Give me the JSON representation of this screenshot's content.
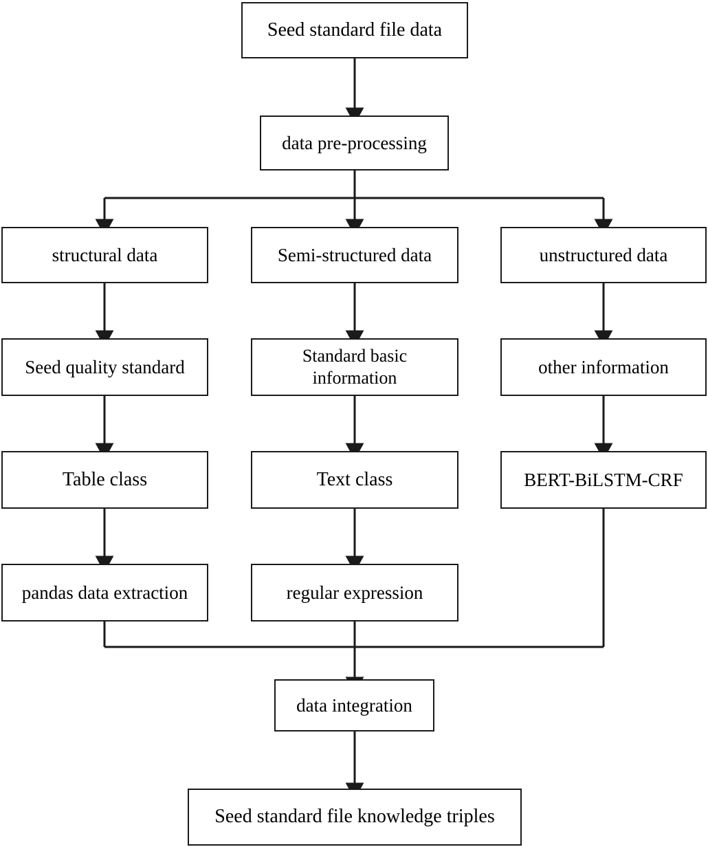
{
  "diagram": {
    "title": "Seed standard file knowledge triples extraction flowchart",
    "type": "flowchart",
    "orientation": "top-to-bottom",
    "line_color": "#1a1a1a",
    "box_fill": "#ffffff",
    "background": "#ffffff"
  },
  "nodes": {
    "seed_standard_file_data": "Seed standard file data",
    "data_pre_processing": "data pre-processing",
    "structural_data": "structural data",
    "semi_structured_data": "Semi-structured data",
    "unstructured_data": "unstructured data",
    "seed_quality_standard": "Seed quality standard",
    "standard_basic_information": "Standard basic\ninformation",
    "other_information": "other information",
    "table_class": "Table class",
    "text_class": "Text class",
    "bert_bilstm_crf": "BERT-BiLSTM-CRF",
    "pandas_data_extraction": "pandas data extraction",
    "regular_expression": "regular expression",
    "data_integration": "data integration",
    "seed_standard_file_knowledge_triples": "Seed standard file knowledge triples"
  },
  "edges": [
    {
      "from": "seed_standard_file_data",
      "to": "data_pre_processing",
      "style": "arrow"
    },
    {
      "from": "data_pre_processing",
      "to": "structural_data",
      "style": "split-arrow"
    },
    {
      "from": "data_pre_processing",
      "to": "semi_structured_data",
      "style": "split-arrow"
    },
    {
      "from": "data_pre_processing",
      "to": "unstructured_data",
      "style": "split-arrow"
    },
    {
      "from": "structural_data",
      "to": "seed_quality_standard",
      "style": "arrow"
    },
    {
      "from": "semi_structured_data",
      "to": "standard_basic_information",
      "style": "arrow"
    },
    {
      "from": "unstructured_data",
      "to": "other_information",
      "style": "arrow"
    },
    {
      "from": "seed_quality_standard",
      "to": "table_class",
      "style": "arrow"
    },
    {
      "from": "standard_basic_information",
      "to": "text_class",
      "style": "arrow"
    },
    {
      "from": "other_information",
      "to": "bert_bilstm_crf",
      "style": "arrow"
    },
    {
      "from": "table_class",
      "to": "pandas_data_extraction",
      "style": "arrow"
    },
    {
      "from": "text_class",
      "to": "regular_expression",
      "style": "arrow"
    },
    {
      "from": "pandas_data_extraction",
      "to": "data_integration",
      "style": "merge-arrow"
    },
    {
      "from": "regular_expression",
      "to": "data_integration",
      "style": "merge-arrow"
    },
    {
      "from": "bert_bilstm_crf",
      "to": "data_integration",
      "style": "merge-arrow"
    },
    {
      "from": "data_integration",
      "to": "seed_standard_file_knowledge_triples",
      "style": "arrow"
    }
  ]
}
